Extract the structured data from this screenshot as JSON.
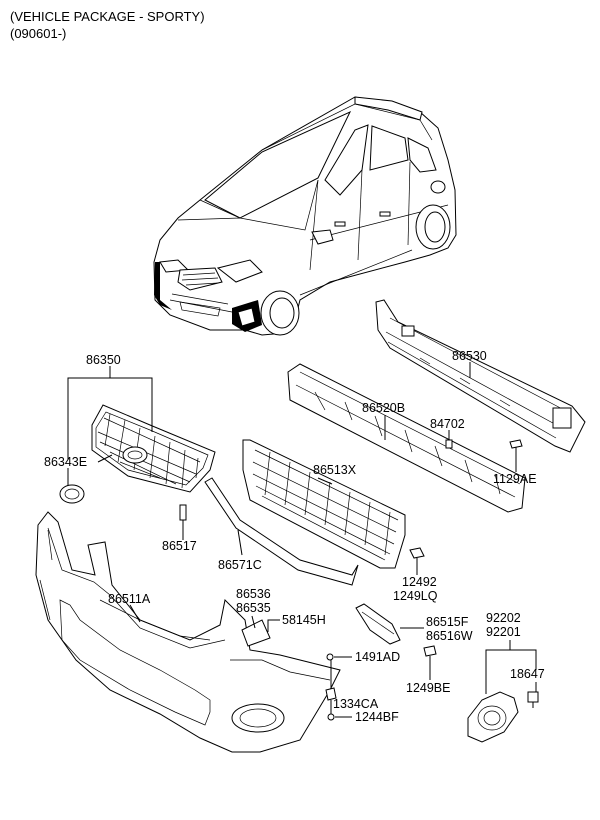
{
  "header": {
    "line1": "(VEHICLE PACKAGE - SPORTY)",
    "line2": "(090601-)"
  },
  "labels": {
    "p86350": "86350",
    "p86343E": "86343E",
    "p86517": "86517",
    "p86571C": "86571C",
    "p86513X": "86513X",
    "p86520B": "86520B",
    "p84702": "84702",
    "p86530": "86530",
    "p1129AE": "1129AE",
    "p12492": "12492",
    "p1249LQ": "1249LQ",
    "p86511A": "86511A",
    "p86536": "86536",
    "p86535": "86535",
    "p58145H": "58145H",
    "p86515F": "86515F",
    "p86516W": "86516W",
    "p92202": "92202",
    "p92201": "92201",
    "p18647": "18647",
    "p1491AD": "1491AD",
    "p1249BE": "1249BE",
    "p1334CA": "1334CA",
    "p1244BF": "1244BF"
  }
}
